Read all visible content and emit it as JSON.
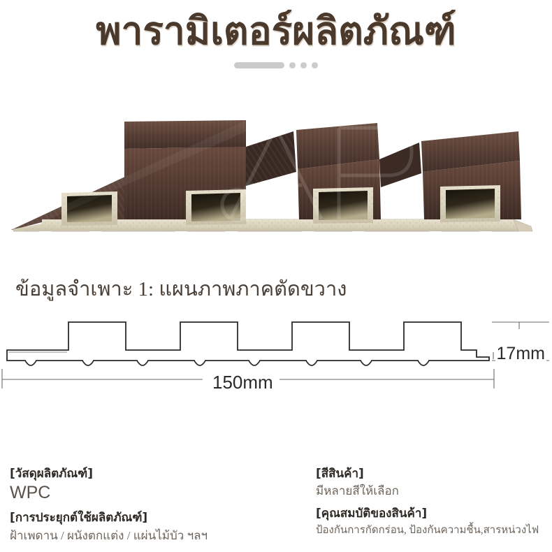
{
  "header": {
    "title": "พารามิเตอร์ผลิตภัณฑ์",
    "title_color": "#4b3a2c",
    "divider_color": "#cbcbcb",
    "divider_dots": 3
  },
  "photo": {
    "alt_name": "wpc-fluted-panel-cross-section-photo",
    "wood_color_dark": "#4a342c",
    "wood_color_mid": "#6b4a3c",
    "core_color": "#ddd8c4",
    "cavity_color": "#2b2317",
    "watermark_present": true
  },
  "section": {
    "heading": "ข้อมูลจำเพาะ 1: แผนภาพภาคตัดขวาง"
  },
  "drawing": {
    "line_color": "#2a2a2a",
    "height_dimension": "17mm",
    "width_dimension": "150mm",
    "rib_count": 4,
    "notch_count": 8
  },
  "specs": {
    "left": [
      {
        "key": "[วัสดุผลิตภัณฑ์]",
        "value": "WPC",
        "style": "material"
      },
      {
        "key": "[การประยุกต์ใช้ผลิตภัณฑ์]",
        "value": "ฝ้าเพดาน / ผนังตกแต่ง / แผ่นไม้บัว ฯลฯ",
        "style": "normal"
      }
    ],
    "right": [
      {
        "key": "[สีสินค้า]",
        "value": "มีหลายสีให้เลือก",
        "style": "normal"
      },
      {
        "key": "[คุณสมบัติของสินค้า]",
        "value": "ป้องกันการกัดกร่อน, ป้องกันความชื้น,สารหน่วงไฟ",
        "style": "small"
      }
    ]
  }
}
